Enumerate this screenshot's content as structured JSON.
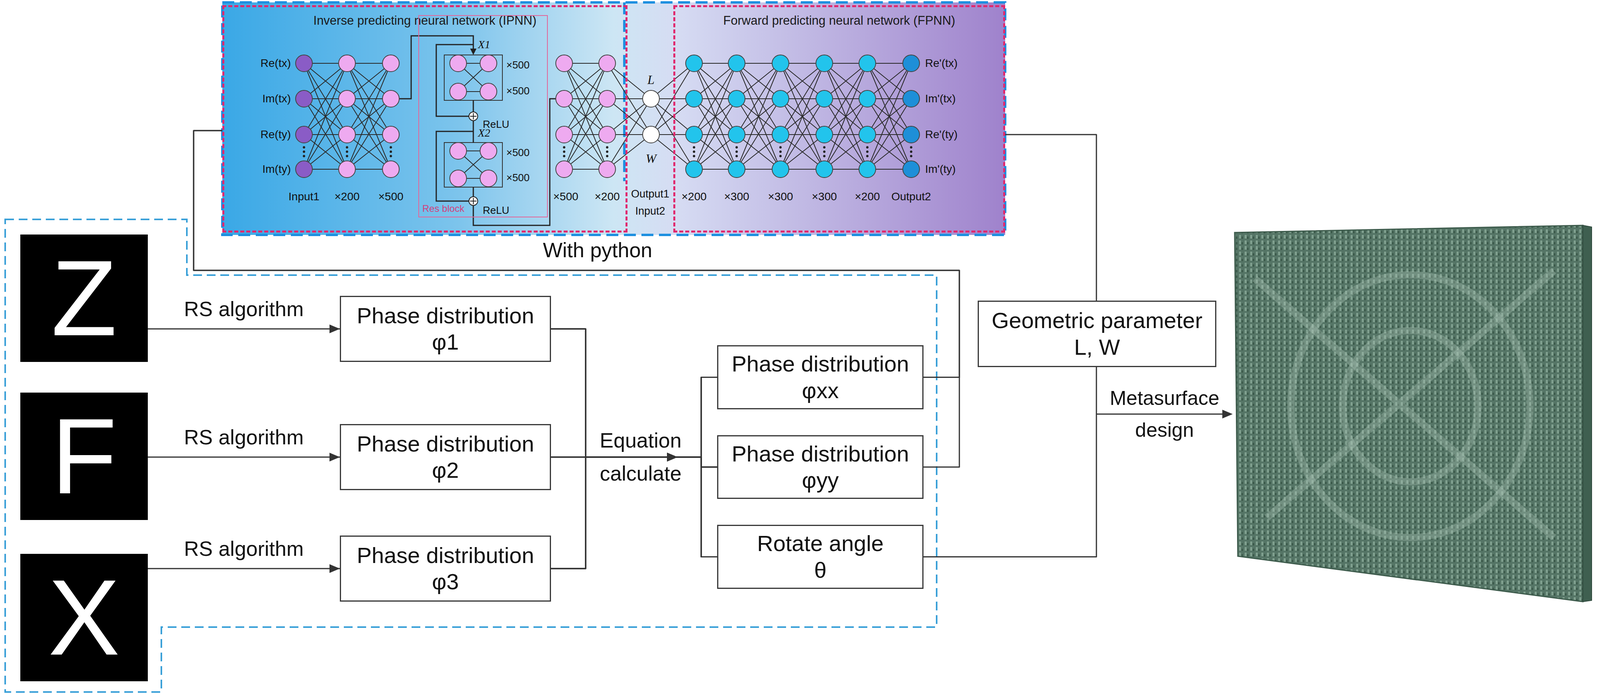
{
  "diagram": {
    "nodes": [
      {
        "text": [
          "Inverse predicting neural network (IPNN)"
        ]
      },
      {
        "text": [
          "Res block"
        ],
        "in": 0
      },
      {
        "text": [
          "Forward predicting neural network (FPNN)"
        ]
      },
      {
        "text": [
          "Z"
        ]
      },
      {
        "text": [
          "F"
        ]
      },
      {
        "text": [
          "X"
        ]
      },
      {
        "text": [
          "Phase distribution φ1"
        ]
      },
      {
        "text": [
          "Phase distribution φ2"
        ]
      },
      {
        "text": [
          "Phase distribution φ3"
        ]
      },
      {
        "text": [
          "Phase distribution φxx"
        ]
      },
      {
        "text": [
          "Phase distribution φyy"
        ]
      },
      {
        "text": [
          "Rotate angle θ"
        ]
      },
      {
        "text": [
          "Geometric parameter L, W"
        ]
      }
    ],
    "edges": [
      {
        "from": 3,
        "to": 6,
        "label": "RS algorithm",
        "arrow": "to"
      },
      {
        "from": 4,
        "to": 7,
        "label": "RS algorithm",
        "arrow": "to"
      },
      {
        "from": 5,
        "to": 8,
        "label": "RS algorithm",
        "arrow": "to"
      },
      {
        "from": 6,
        "to": 9,
        "arrow": "to"
      },
      {
        "from": 6,
        "to": 10,
        "arrow": "to"
      },
      {
        "from": 6,
        "to": 11,
        "arrow": "to"
      },
      {
        "from": 7,
        "to": 9,
        "arrow": "to"
      },
      {
        "from": 7,
        "to": 10,
        "arrow": "to"
      },
      {
        "from": 7,
        "to": 11,
        "arrow": "to"
      },
      {
        "from": 8,
        "to": 9,
        "arrow": "to"
      },
      {
        "from": 8,
        "to": 10,
        "arrow": "to"
      },
      {
        "from": 8,
        "to": 11,
        "arrow": "to"
      },
      {
        "from": 9,
        "to": 0,
        "label": "With python",
        "arrow": "none"
      },
      {
        "from": 10,
        "to": 0,
        "arrow": "none"
      },
      {
        "from": 2,
        "to": 12,
        "arrow": "none"
      },
      {
        "from": 11,
        "to": 12,
        "arrow": "none"
      }
    ],
    "labels": [
      "Re(tx)",
      "Im(tx)",
      "Re(ty)",
      "Im(ty)",
      "Input1",
      "×200",
      "×500",
      "X1",
      "×500",
      "×500",
      "ReLU",
      "X2",
      "×500",
      "×500",
      "ReLU",
      "×500",
      "×200",
      "Output1",
      "Input2",
      "L",
      "W",
      "×200",
      "×300",
      "×300",
      "×300",
      "×200",
      "Output2",
      "Re'(tx)",
      "Im'(tx)",
      "Re'(ty)",
      "Im'(ty)",
      "Equation calculate",
      "Metasurface design"
    ]
  }
}
